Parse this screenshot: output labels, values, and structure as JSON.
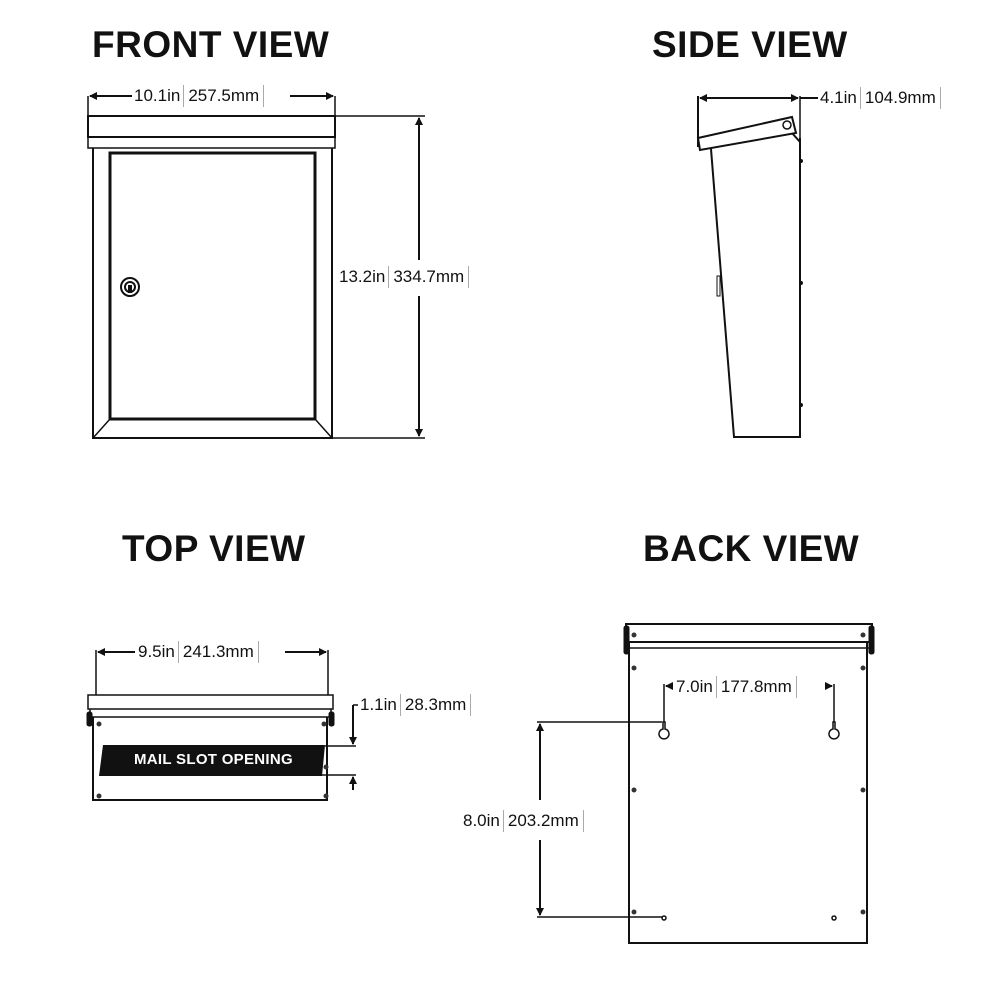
{
  "views": {
    "front": {
      "title": "FRONT VIEW",
      "width_in": "10.1in",
      "width_mm": "257.5mm",
      "height_in": "13.2in",
      "height_mm": "334.7mm"
    },
    "side": {
      "title": "SIDE VIEW",
      "depth_in": "4.1in",
      "depth_mm": "104.9mm"
    },
    "top": {
      "title": "TOP VIEW",
      "width_in": "9.5in",
      "width_mm": "241.3mm",
      "slot_in": "1.1in",
      "slot_mm": "28.3mm",
      "slot_label": "MAIL SLOT OPENING"
    },
    "back": {
      "title": "BACK VIEW",
      "hole_spacing_in": "7.0in",
      "hole_spacing_mm": "177.8mm",
      "vertical_in": "8.0in",
      "vertical_mm": "203.2mm"
    }
  },
  "colors": {
    "line": "#111111",
    "bracket": "#aaaaaa",
    "slot_fill": "#111111",
    "background": "#ffffff"
  }
}
